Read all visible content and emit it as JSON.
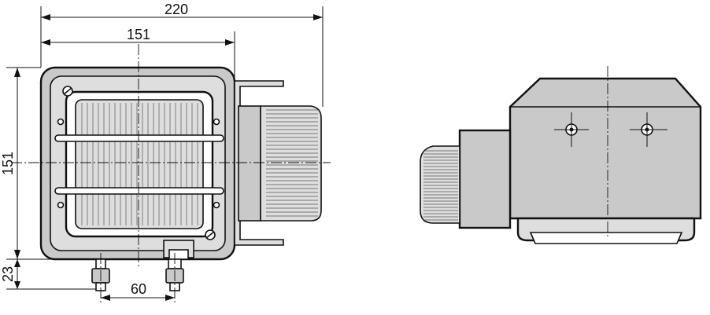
{
  "dimensions": {
    "overall_width": "220",
    "housing_width": "151",
    "housing_height": "151",
    "bolt_projection": "23",
    "bolt_spacing": "60"
  }
}
